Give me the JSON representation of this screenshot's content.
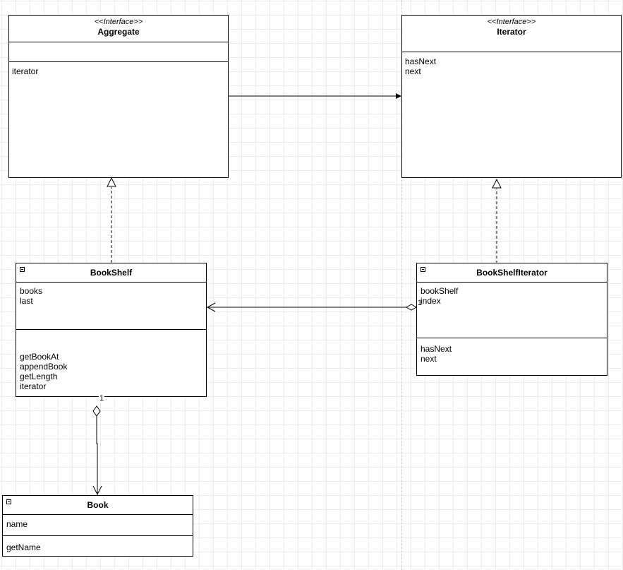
{
  "aggregate": {
    "stereotype": "<<Interface>>",
    "name": "Aggregate",
    "methods": [
      "iterator"
    ]
  },
  "iterator": {
    "stereotype": "<<Interface>>",
    "name": "Iterator",
    "methods": [
      "hasNext",
      "next"
    ]
  },
  "bookshelf": {
    "name": "BookShelf",
    "fields": [
      "books",
      "last"
    ],
    "methods": [
      "getBookAt",
      "appendBook",
      "getLength",
      "iterator"
    ]
  },
  "bookshelf_iterator": {
    "name": "BookShelfIterator",
    "fields": [
      "bookShelf",
      "index"
    ],
    "methods": [
      "hasNext",
      "next"
    ]
  },
  "book": {
    "name": "Book",
    "fields": [
      "name"
    ],
    "methods": [
      "getName"
    ]
  },
  "multiplicity": {
    "bookshelf_book": "1",
    "iterator_bookshelf": "1"
  },
  "colors": {
    "line": "#000000",
    "grid": "#ececec",
    "divider": "#c8c8c8"
  }
}
